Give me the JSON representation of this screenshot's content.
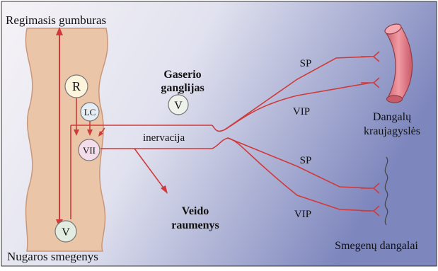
{
  "labels": {
    "brainstem": "Regimasis gumburas",
    "spinal_cord": "Nugaros smegenys",
    "ganglion_title_1": "Gaserio",
    "ganglion_title_2": "ganglijas",
    "innervation": "inervacija",
    "facial_1": "Veido",
    "facial_2": "raumenys",
    "vessels_1": "Dangalų",
    "vessels_2": "kraujagyslės",
    "meninges": "Smegenų dangalai"
  },
  "nodes": {
    "R": "R",
    "LC": "LC",
    "VII": "VII",
    "V_ganglion": "V",
    "V_spinal": "V"
  },
  "branches": {
    "sp_upper": "SP",
    "vip_upper": "VIP",
    "sp_lower": "SP",
    "vip_lower": "VIP"
  },
  "colors": {
    "nerve": "#cf3a3a",
    "tissue": "#e9c2a6",
    "tissue_edge": "#c9977a",
    "vessel": "#e0707c"
  }
}
